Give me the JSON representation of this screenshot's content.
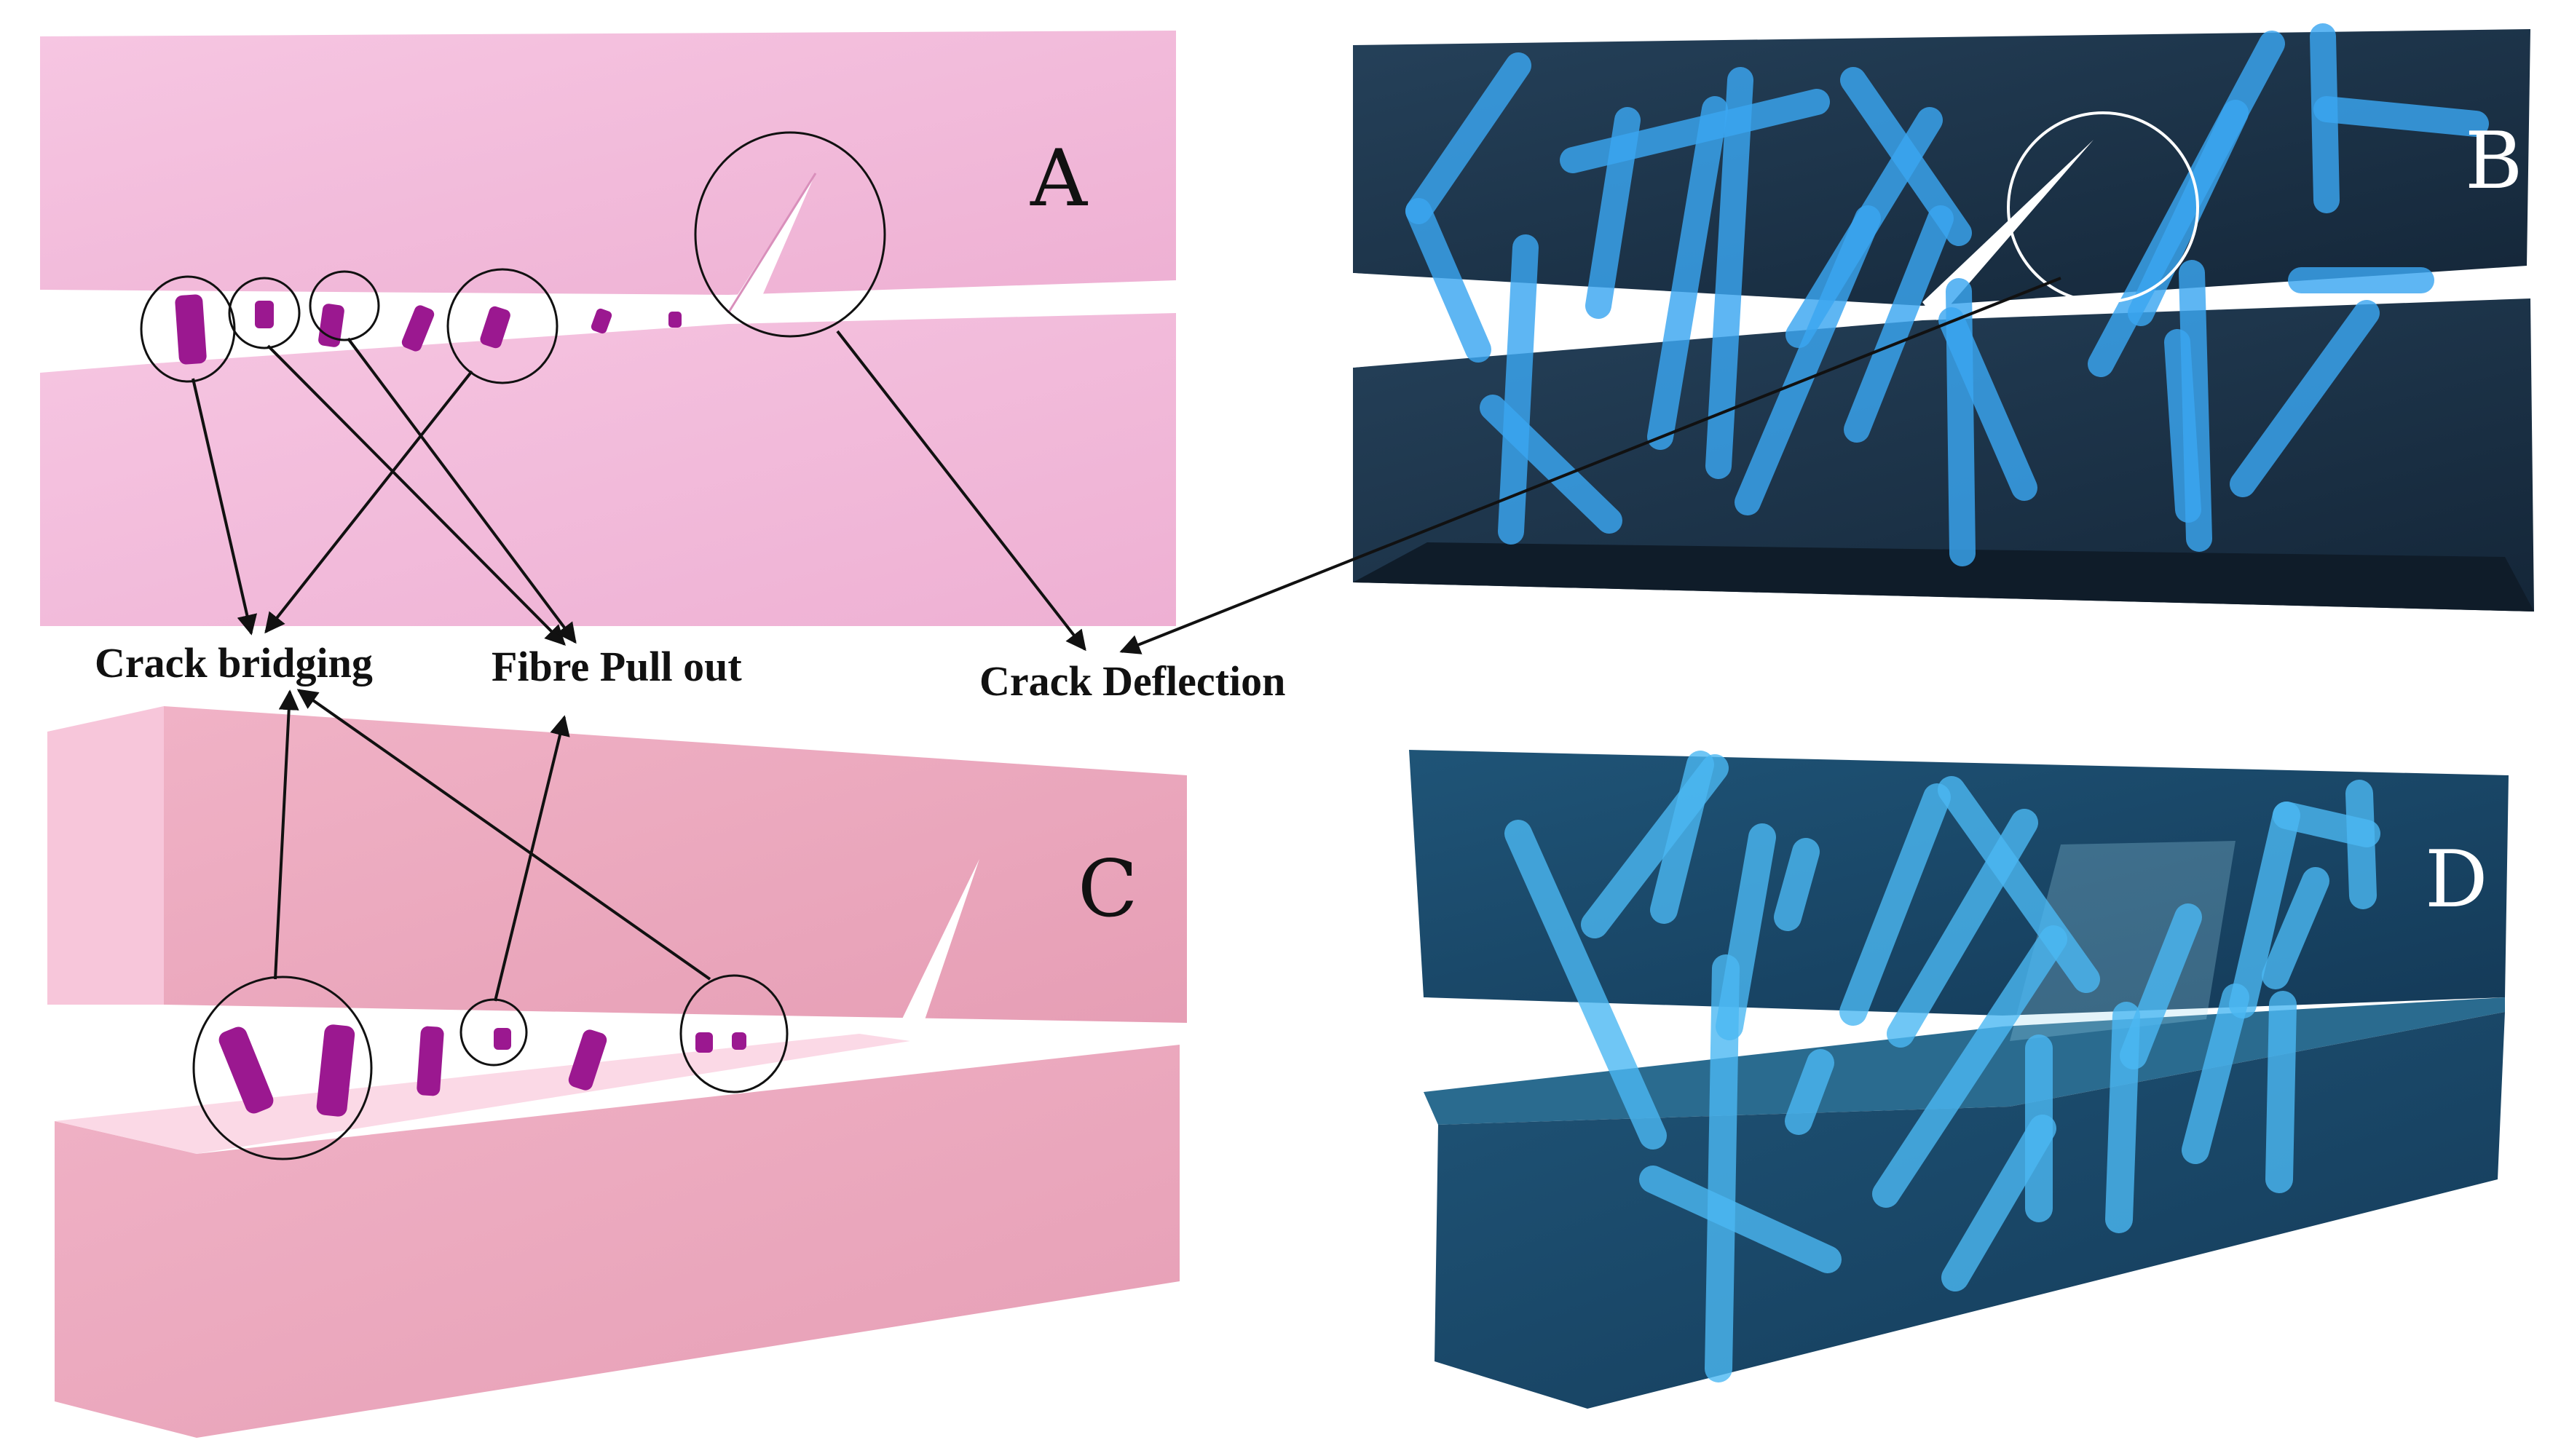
{
  "panels": {
    "a": {
      "letter": "A",
      "letter_color": "#111111"
    },
    "b": {
      "letter": "B",
      "letter_color": "#ffffff"
    },
    "c": {
      "letter": "C",
      "letter_color": "#111111"
    },
    "d": {
      "letter": "D",
      "letter_color": "#ffffff"
    }
  },
  "annotations": {
    "crack_bridging": "Crack bridging",
    "fibre_pull_out": "Fibre Pull out",
    "crack_deflection": "Crack Deflection"
  },
  "colors": {
    "matrix_pink": "#f2b8d8",
    "matrix_pink_dark": "#e9a4b8",
    "fibre_purple": "#9b1890",
    "block_navy": "#1a3148",
    "block_blue": "#1c4a6c",
    "fibre_blue": "#3aa6f0",
    "arrow": "#111111"
  }
}
